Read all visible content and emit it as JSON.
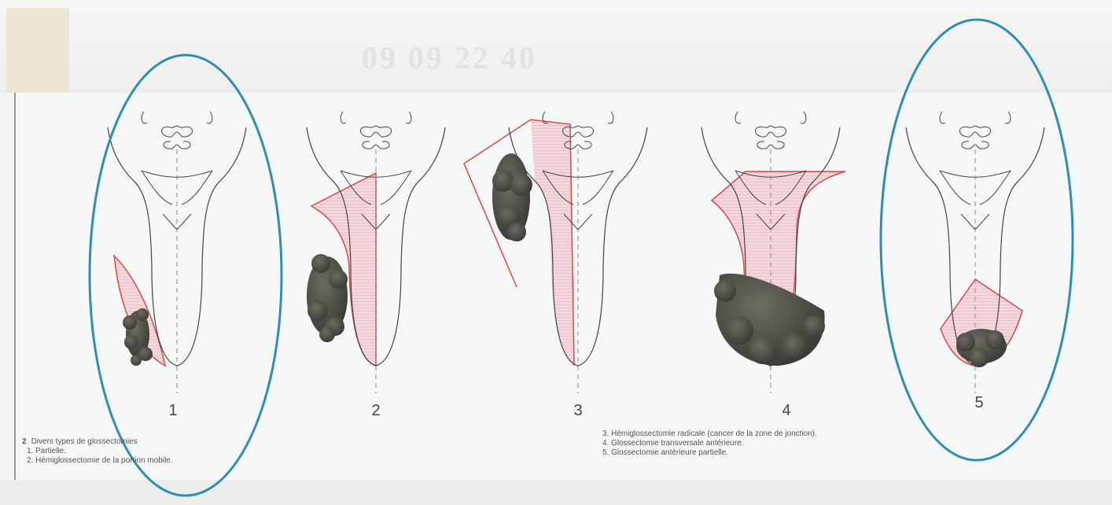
{
  "figure": {
    "labels": [
      "1",
      "2",
      "3",
      "4",
      "5"
    ],
    "highlighted_panels": [
      "1",
      "5"
    ],
    "colors": {
      "resection_fill": "#f4d7dc",
      "resection_outline": "#d64a4a",
      "tumor": "#4a4a44",
      "highlight": "#2e8fb3",
      "outline": "#444444"
    }
  },
  "caption": {
    "number": "2",
    "title": "Divers types de glossectomies",
    "items": [
      "1. Partielle.",
      "2. Hémiglossectomie de la portion mobile.",
      "3. Hémiglossectomie radicale (cancer de la zone de jonction).",
      "4. Glossectomie transversale antérieure.",
      "5. Glossectomie antérieure partielle."
    ]
  }
}
